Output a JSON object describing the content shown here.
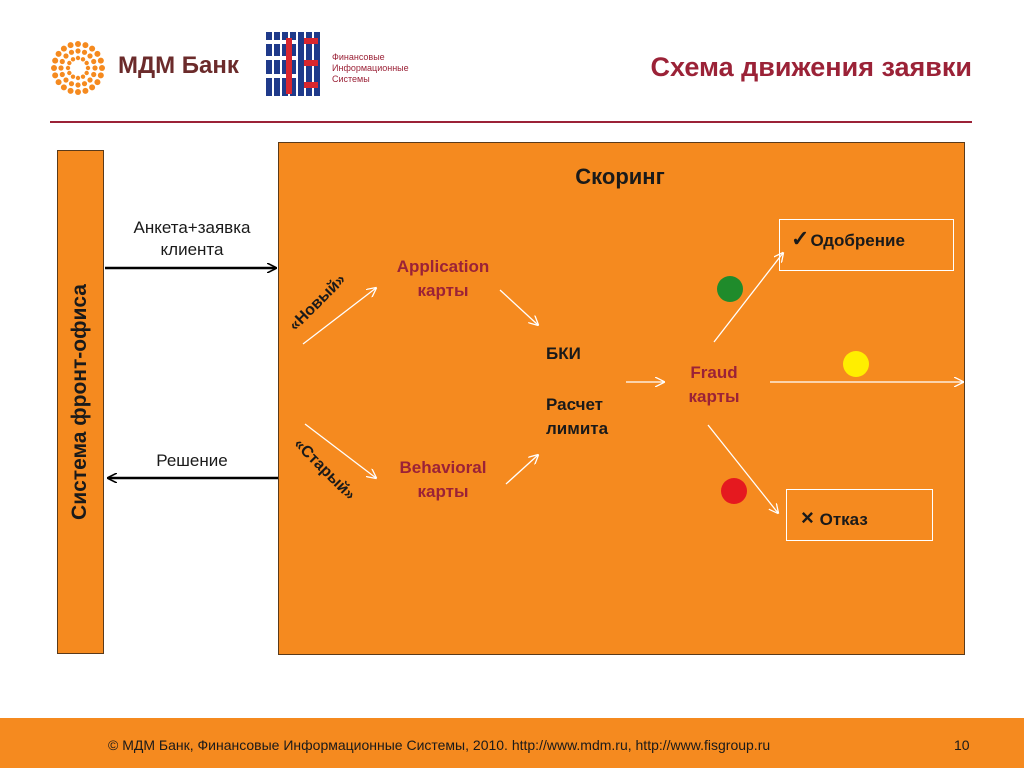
{
  "header": {
    "bank_logo_text": "МДМ Банк",
    "fis_logo_lines": [
      "Финансовые",
      "Информационные",
      "Системы"
    ],
    "title": "Схема движения заявки"
  },
  "diagram": {
    "front_office_label": "Система фронт-офиса",
    "scoring_title": "Скоринг",
    "request_label_line1": "Анкета+заявка",
    "request_label_line2": "клиента",
    "decision_label": "Решение",
    "new_label": "«Новый»",
    "old_label": "«Старый»",
    "application_line1": "Application",
    "application_line2": "карты",
    "behavioral_line1": "Behavioral",
    "behavioral_line2": "карты",
    "bki_label": "БКИ",
    "limit_line1": "Расчет",
    "limit_line2": "лимита",
    "fraud_line1": "Fraud",
    "fraud_line2": "карты",
    "approve_label": "Одобрение",
    "reject_label": "Отказ",
    "approve_glyph": "✓",
    "reject_glyph": "×",
    "colors": {
      "accent_orange": "#f58a1f",
      "brand_red": "#9b2237",
      "signal_green": "#1f8b2b",
      "signal_yellow": "#ffee00",
      "signal_red": "#e5191f"
    }
  },
  "footer": {
    "copyright": "© МДМ Банк, Финансовые Информационные Системы, 2010. http://www.mdm.ru, http://www.fisgroup.ru",
    "page_number": "10"
  }
}
